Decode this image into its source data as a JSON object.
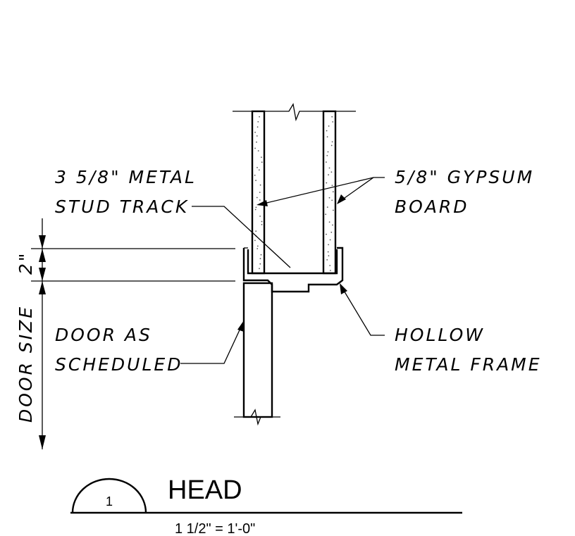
{
  "labels": {
    "stud_track_1": "3 5/8\" METAL",
    "stud_track_2": "STUD TRACK",
    "gypsum_1": "5/8\" GYPSUM",
    "gypsum_2": "BOARD",
    "door_1": "DOOR AS",
    "door_2": "SCHEDULED",
    "frame_1": "HOLLOW",
    "frame_2": "METAL FRAME"
  },
  "dimensions": {
    "head_gap": "2\"",
    "door_size": "DOOR SIZE"
  },
  "title_block": {
    "detail_number": "1",
    "title": "HEAD",
    "scale": "1 1/2\" = 1'-0\""
  }
}
